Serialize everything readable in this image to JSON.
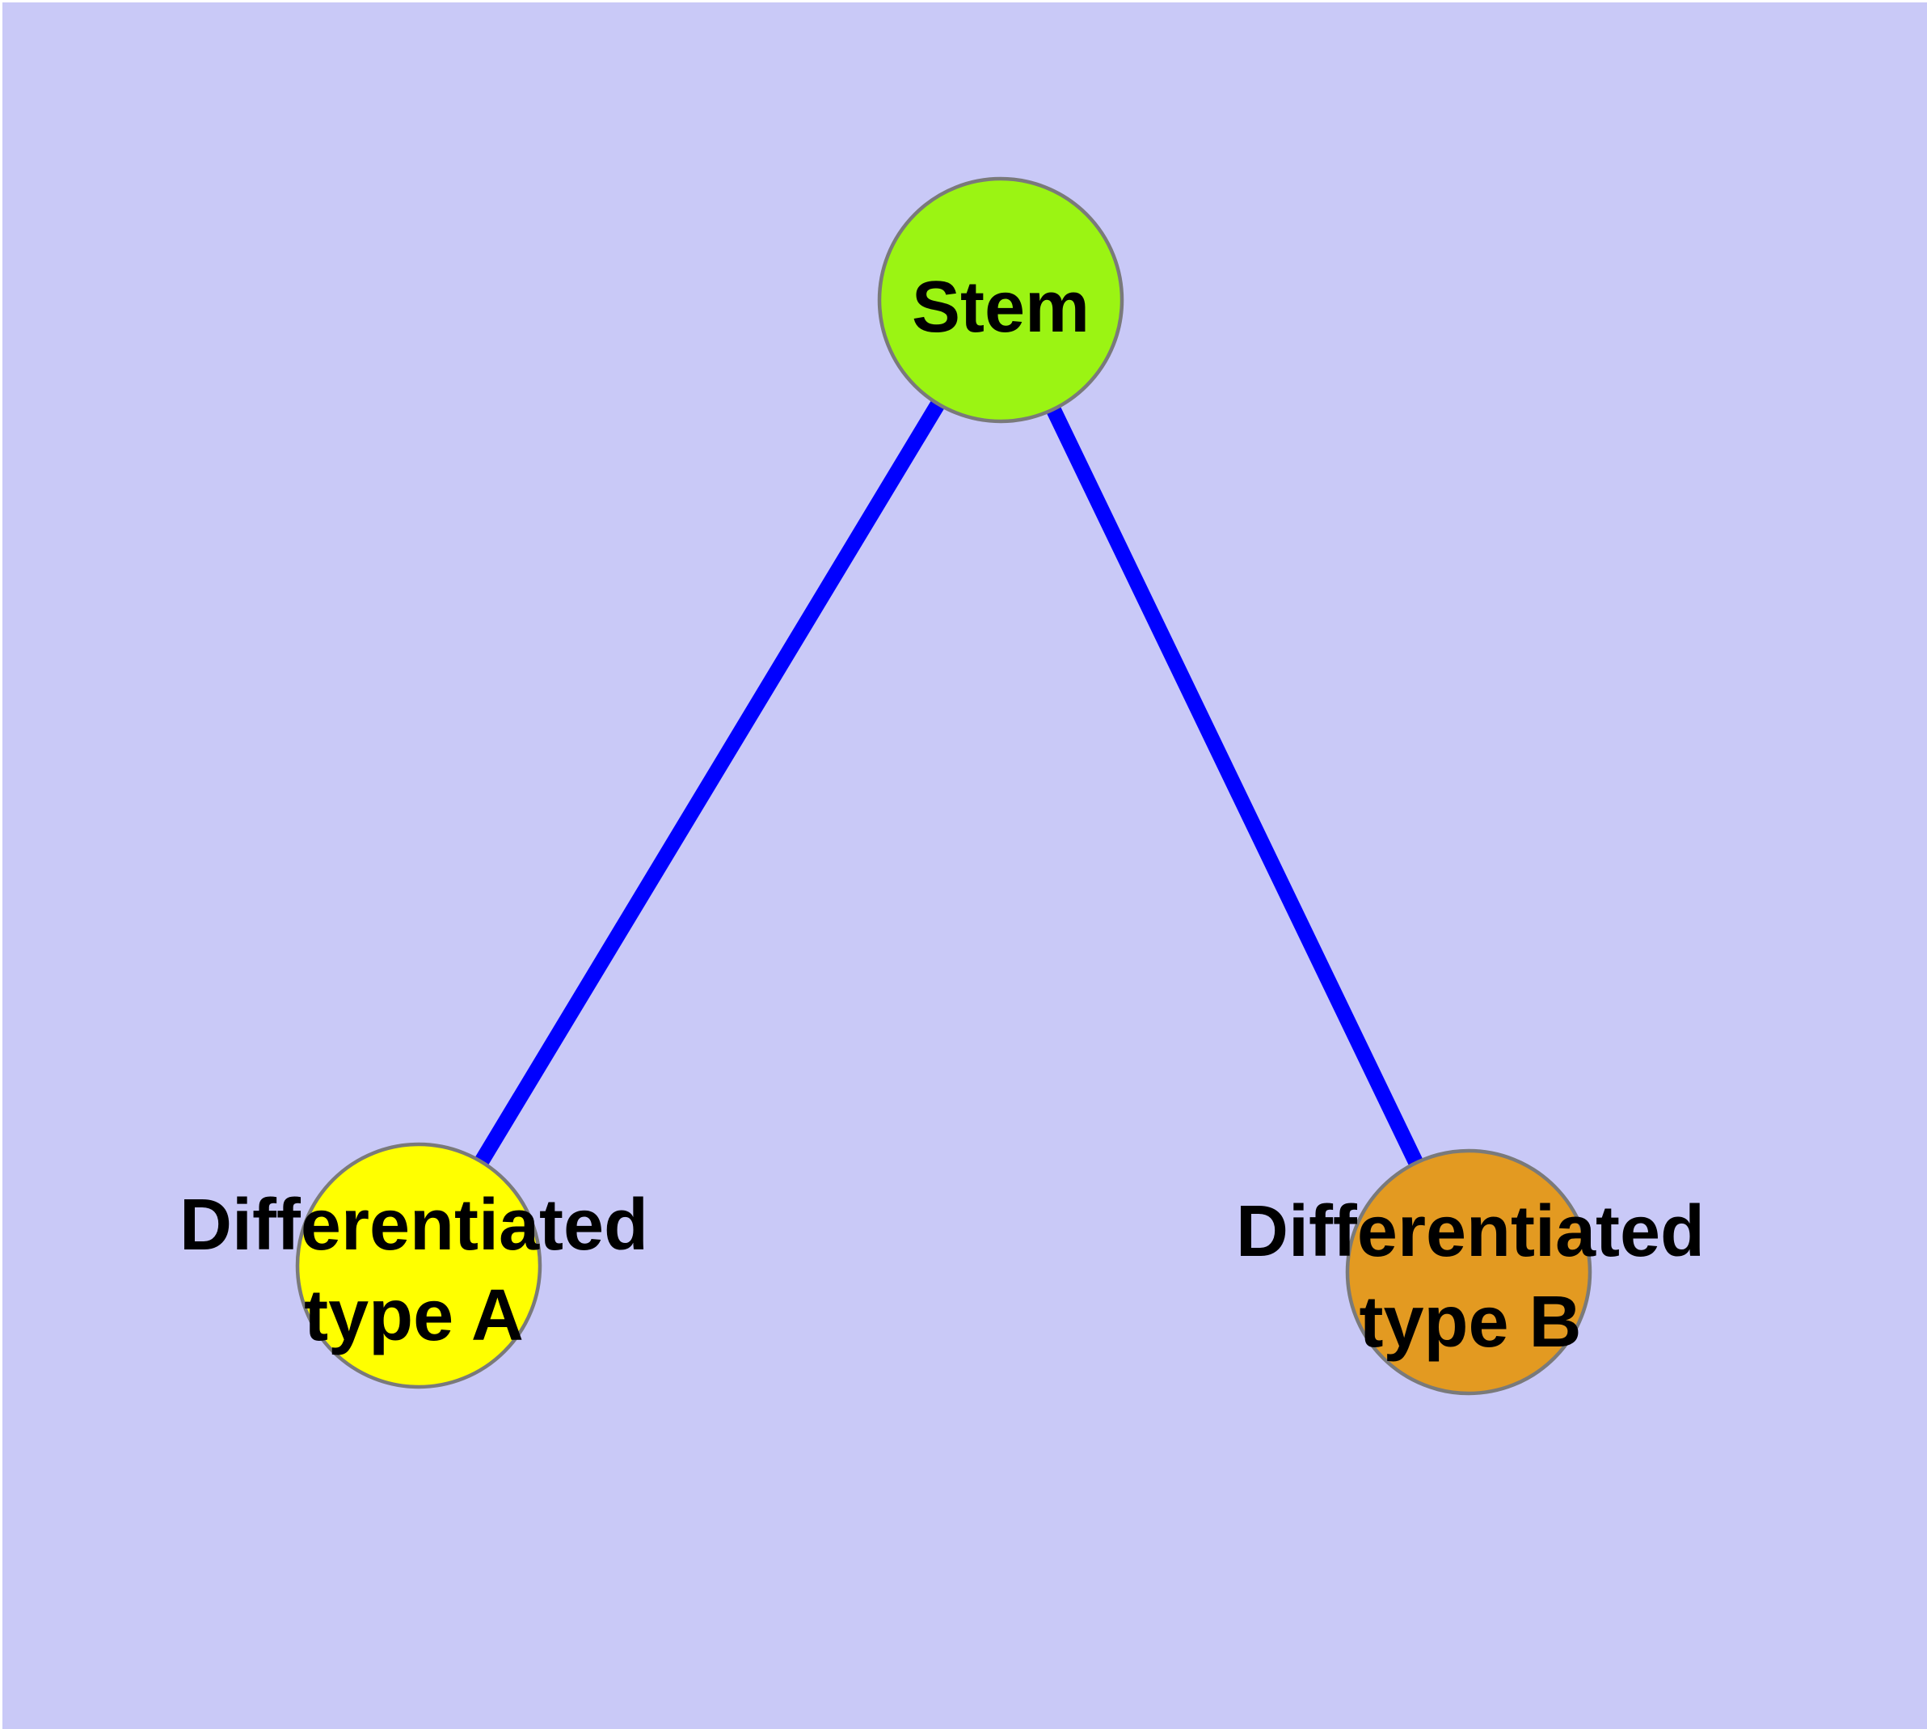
{
  "canvas": {
    "background": "#C9C9F7",
    "frame_color": "#FFFFFF"
  },
  "styles": {
    "edge_color": "#0000FF",
    "node_border_color": "#7A7A7A",
    "label_color": "#000000"
  },
  "diagram": {
    "type": "tree-graph",
    "description": "Stem cell differentiation hierarchy: one stem node branching to two differentiated cell type nodes"
  },
  "nodes": {
    "stem": {
      "label": "Stem",
      "fill": "#9BF413"
    },
    "type_a": {
      "label_line1": "Differentiated",
      "label_line2": "type A",
      "fill": "#FFFF00"
    },
    "type_b": {
      "label_line1": "Differentiated",
      "label_line2": "type B",
      "fill": "#E39A21"
    }
  },
  "edges": {
    "items": [
      {
        "from": "Stem",
        "to": "Differentiated type A"
      },
      {
        "from": "Stem",
        "to": "Differentiated type B"
      }
    ]
  }
}
